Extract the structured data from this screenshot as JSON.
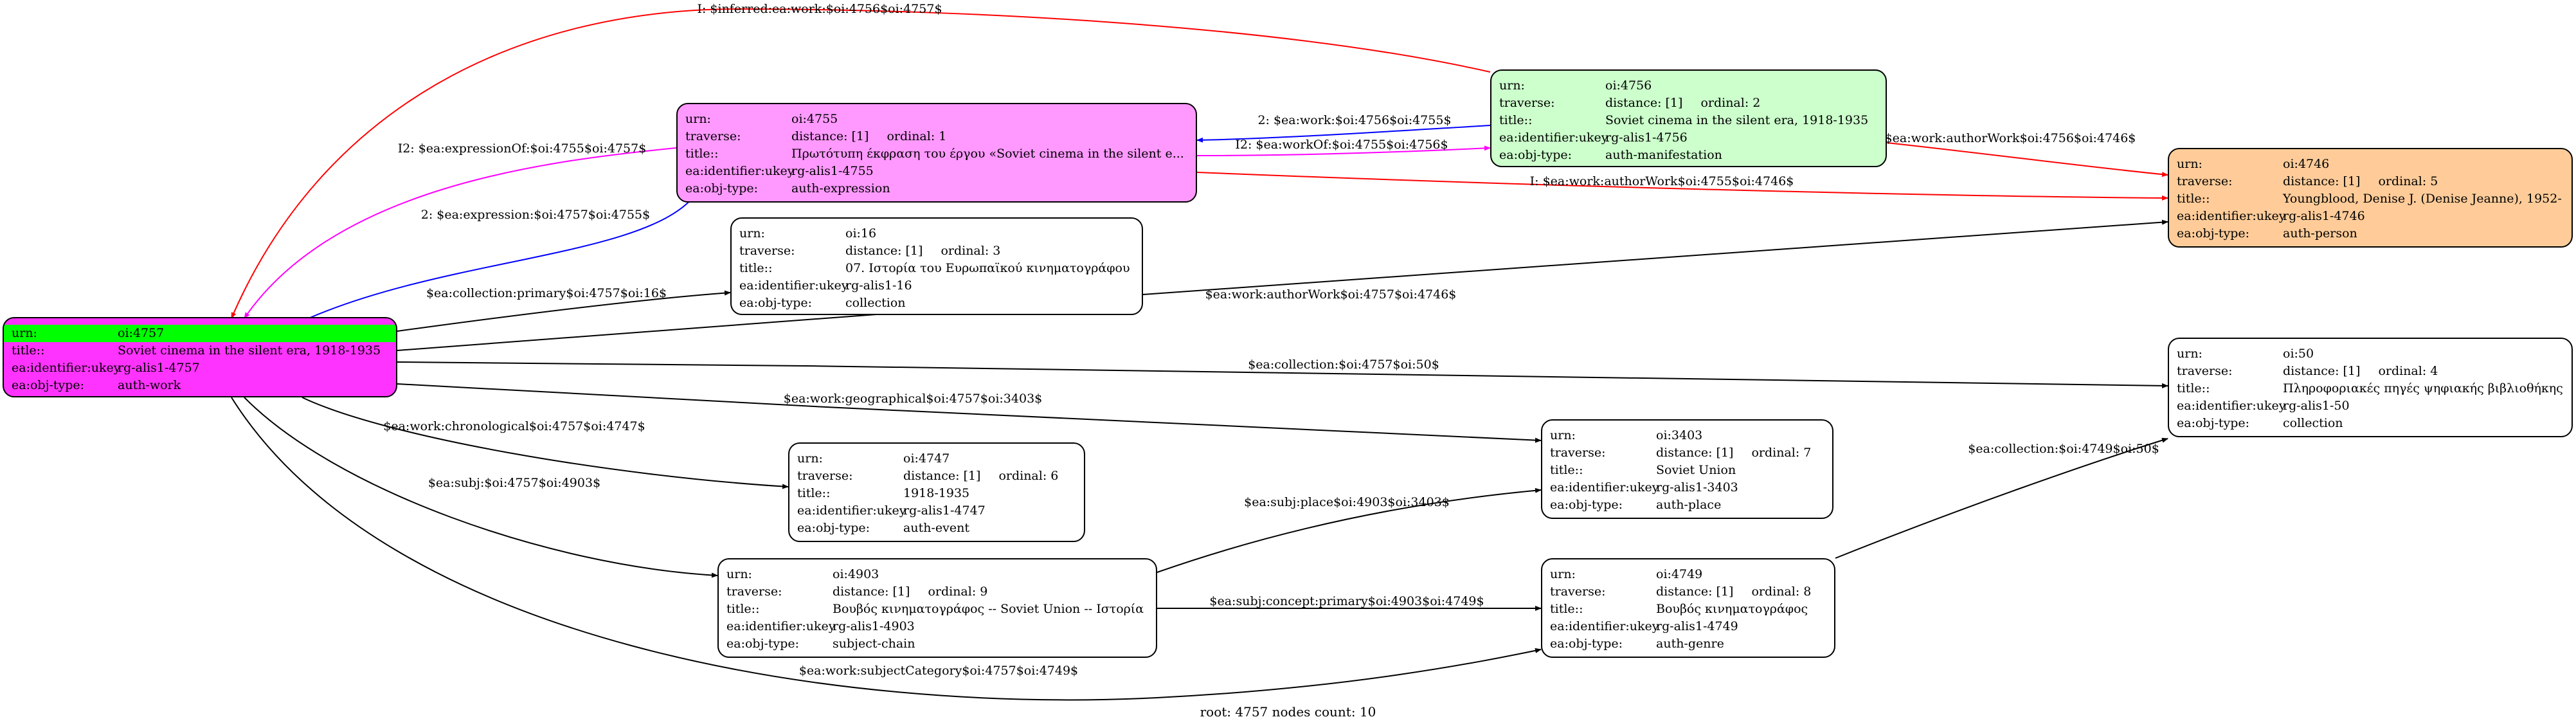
{
  "footer": "root: 4757 nodes count: 10",
  "colors": {
    "root": "#ff33ff",
    "expression": "#ff99ff",
    "manifestation": "#ccffcc",
    "person": "#ffcc99",
    "highlight": "#00ff00",
    "default": "#ffffff"
  },
  "nodes": {
    "n4757": {
      "rows": [
        {
          "k": "urn:",
          "v": "oi:4757"
        },
        {
          "k": "title::",
          "v": "Soviet cinema in the silent era, 1918-1935"
        },
        {
          "k": "ea:identifier:ukey",
          "v": "rg-alis1-4757"
        },
        {
          "k": "ea:obj-type:",
          "v": "auth-work"
        }
      ]
    },
    "n4755": {
      "rows": [
        {
          "k": "urn:",
          "v": "oi:4755"
        },
        {
          "k": "traverse:",
          "v": "distance: [1]",
          "o": "ordinal: 1"
        },
        {
          "k": "title::",
          "v": "Πρωτότυπη έκφραση του έργου «Soviet cinema in the silent e..."
        },
        {
          "k": "ea:identifier:ukey",
          "v": "rg-alis1-4755"
        },
        {
          "k": "ea:obj-type:",
          "v": "auth-expression"
        }
      ]
    },
    "n4756": {
      "rows": [
        {
          "k": "urn:",
          "v": "oi:4756"
        },
        {
          "k": "traverse:",
          "v": "distance: [1]",
          "o": "ordinal: 2"
        },
        {
          "k": "title::",
          "v": "Soviet cinema in the silent era, 1918-1935"
        },
        {
          "k": "ea:identifier:ukey",
          "v": "rg-alis1-4756"
        },
        {
          "k": "ea:obj-type:",
          "v": "auth-manifestation"
        }
      ]
    },
    "n4746": {
      "rows": [
        {
          "k": "urn:",
          "v": "oi:4746"
        },
        {
          "k": "traverse:",
          "v": "distance: [1]",
          "o": "ordinal: 5"
        },
        {
          "k": "title::",
          "v": "Youngblood, Denise J. (Denise Jeanne), 1952-"
        },
        {
          "k": "ea:identifier:ukey",
          "v": "rg-alis1-4746"
        },
        {
          "k": "ea:obj-type:",
          "v": "auth-person"
        }
      ]
    },
    "n16": {
      "rows": [
        {
          "k": "urn:",
          "v": "oi:16"
        },
        {
          "k": "traverse:",
          "v": "distance: [1]",
          "o": "ordinal: 3"
        },
        {
          "k": "title::",
          "v": "07. Ιστορία του Ευρωπαϊκού κινηματογράφου"
        },
        {
          "k": "ea:identifier:ukey",
          "v": "rg-alis1-16"
        },
        {
          "k": "ea:obj-type:",
          "v": "collection"
        }
      ]
    },
    "n50": {
      "rows": [
        {
          "k": "urn:",
          "v": "oi:50"
        },
        {
          "k": "traverse:",
          "v": "distance: [1]",
          "o": "ordinal: 4"
        },
        {
          "k": "title::",
          "v": "Πληροφοριακές πηγές ψηφιακής βιβλιοθήκης"
        },
        {
          "k": "ea:identifier:ukey",
          "v": "rg-alis1-50"
        },
        {
          "k": "ea:obj-type:",
          "v": "collection"
        }
      ]
    },
    "n3403": {
      "rows": [
        {
          "k": "urn:",
          "v": "oi:3403"
        },
        {
          "k": "traverse:",
          "v": "distance: [1]",
          "o": "ordinal: 7"
        },
        {
          "k": "title::",
          "v": "Soviet Union"
        },
        {
          "k": "ea:identifier:ukey",
          "v": "rg-alis1-3403"
        },
        {
          "k": "ea:obj-type:",
          "v": "auth-place"
        }
      ]
    },
    "n4747": {
      "rows": [
        {
          "k": "urn:",
          "v": "oi:4747"
        },
        {
          "k": "traverse:",
          "v": "distance: [1]",
          "o": "ordinal: 6"
        },
        {
          "k": "title::",
          "v": "1918-1935"
        },
        {
          "k": "ea:identifier:ukey",
          "v": "rg-alis1-4747"
        },
        {
          "k": "ea:obj-type:",
          "v": "auth-event"
        }
      ]
    },
    "n4903": {
      "rows": [
        {
          "k": "urn:",
          "v": "oi:4903"
        },
        {
          "k": "traverse:",
          "v": "distance: [1]",
          "o": "ordinal: 9"
        },
        {
          "k": "title::",
          "v": "Βουβός κινηματογράφος -- Soviet Union -- Ιστορία"
        },
        {
          "k": "ea:identifier:ukey",
          "v": "rg-alis1-4903"
        },
        {
          "k": "ea:obj-type:",
          "v": "subject-chain"
        }
      ]
    },
    "n4749": {
      "rows": [
        {
          "k": "urn:",
          "v": "oi:4749"
        },
        {
          "k": "traverse:",
          "v": "distance: [1]",
          "o": "ordinal: 8"
        },
        {
          "k": "title::",
          "v": "Βουβός κινηματογράφος"
        },
        {
          "k": "ea:identifier:ukey",
          "v": "rg-alis1-4749"
        },
        {
          "k": "ea:obj-type:",
          "v": "auth-genre"
        }
      ]
    }
  },
  "edges": {
    "inferred": {
      "label": "I: $inferred:ea:work:$oi:4756$oi:4757$",
      "color": "#ff0000"
    },
    "expressionOf": {
      "label": "I2: $ea:expressionOf:$oi:4755$oi:4757$",
      "color": "#ff00ff"
    },
    "expression": {
      "label": "2: $ea:expression:$oi:4757$oi:4755$",
      "color": "#0000ff"
    },
    "work": {
      "label": "2: $ea:work:$oi:4756$oi:4755$",
      "color": "#0000ff"
    },
    "workOf": {
      "label": "I2: $ea:workOf:$oi:4755$oi:4756$",
      "color": "#ff00ff"
    },
    "authorWork4756": {
      "label": "I: $ea:work:authorWork$oi:4756$oi:4746$",
      "color": "#ff0000"
    },
    "authorWork4755": {
      "label": "I: $ea:work:authorWork$oi:4755$oi:4746$",
      "color": "#ff0000"
    },
    "collectionPrimary": {
      "label": "$ea:collection:primary$oi:4757$oi:16$",
      "color": "#000000"
    },
    "authorWork4757": {
      "label": "$ea:work:authorWork$oi:4757$oi:4746$",
      "color": "#000000"
    },
    "collection50": {
      "label": "$ea:collection:$oi:4757$oi:50$",
      "color": "#000000"
    },
    "geographical": {
      "label": "$ea:work:geographical$oi:4757$oi:3403$",
      "color": "#000000"
    },
    "chronological": {
      "label": "$ea:work:chronological$oi:4757$oi:4747$",
      "color": "#000000"
    },
    "subj": {
      "label": "$ea:subj:$oi:4757$oi:4903$",
      "color": "#000000"
    },
    "subjPlace": {
      "label": "$ea:subj:place$oi:4903$oi:3403$",
      "color": "#000000"
    },
    "conceptPrimary": {
      "label": "$ea:subj:concept:primary$oi:4903$oi:4749$",
      "color": "#000000"
    },
    "collection4749": {
      "label": "$ea:collection:$oi:4749$oi:50$",
      "color": "#000000"
    },
    "subjectCategory": {
      "label": "$ea:work:subjectCategory$oi:4757$oi:4749$",
      "color": "#000000"
    }
  }
}
